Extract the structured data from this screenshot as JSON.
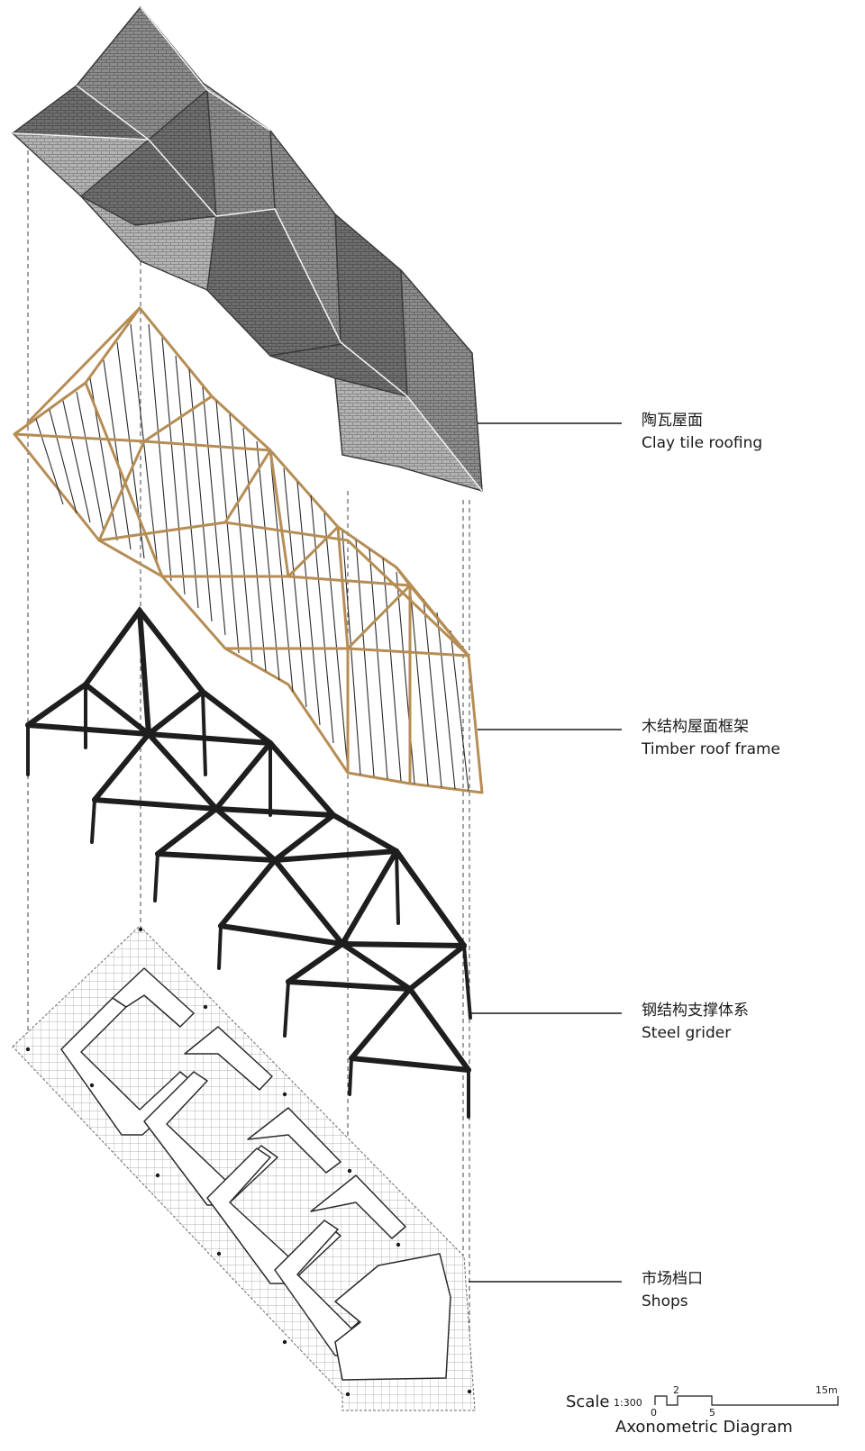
{
  "layers": [
    {
      "zh": "陶瓦屋面",
      "en": "Clay tile roofing"
    },
    {
      "zh": "木结构屋面框架",
      "en": "Timber roof frame"
    },
    {
      "zh": "钢结构支撑体系",
      "en": "Steel grider"
    },
    {
      "zh": "市场档口",
      "en": "Shops"
    }
  ],
  "scale": {
    "label": "Scale",
    "ratio": "1:300",
    "ticks": [
      "0",
      "2",
      "5",
      "15m"
    ],
    "caption": "Axonometric Diagram"
  },
  "colors": {
    "tile_light": "#a8a8a8",
    "tile_dark": "#6a6a6a",
    "timber": "#b58d55",
    "steel": "#1e1e1e",
    "line": "#333333"
  }
}
